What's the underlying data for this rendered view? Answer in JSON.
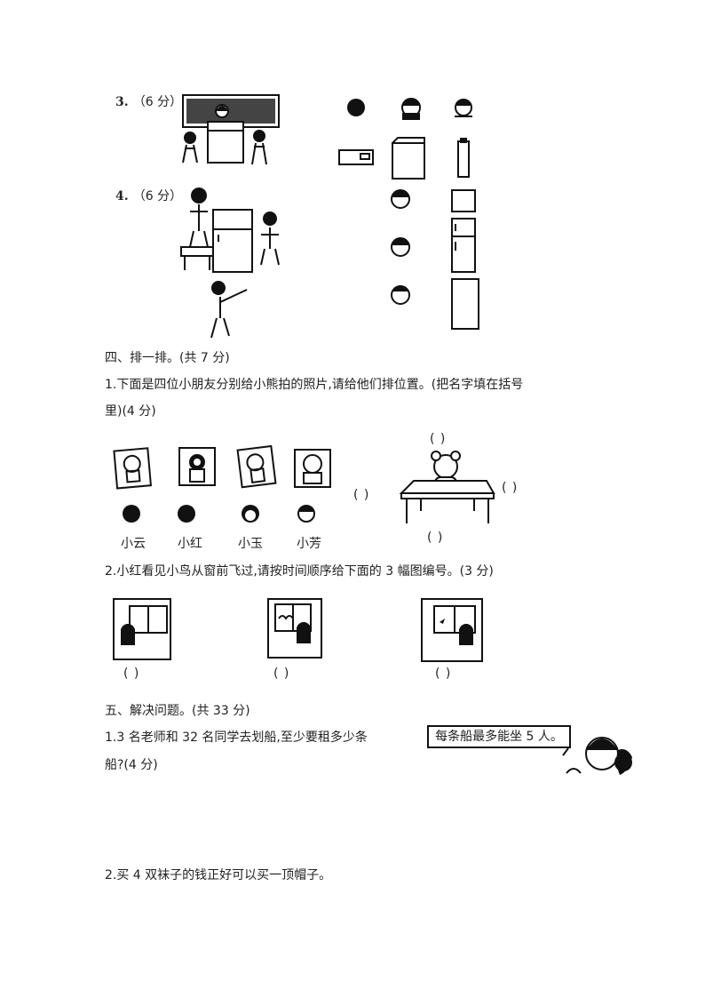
{
  "q3": {
    "label_num": "3.",
    "label_score": "（6 分）"
  },
  "q4": {
    "label_num": "4.",
    "label_score": "（6 分）"
  },
  "section4": {
    "heading": "四、排一排。(共 7 分)",
    "p1_line1": "1.下面是四位小朋友分别给小熊拍的照片,请给他们排位置。(把名字填在括号",
    "p1_line2": "里)(4 分)",
    "names": [
      "小云",
      "小红",
      "小玉",
      "小芳"
    ],
    "blank": "(      )",
    "p2": "2.小红看见小鸟从窗前飞过,请按时间顺序给下面的 3 幅图编号。(3 分)"
  },
  "section5": {
    "heading": "五、解决问题。(共 33 分)",
    "p1_line1": "1.3 名老师和 32 名同学去划船,至少要租多少条",
    "p1_line2": "船?(4 分)",
    "speech": "每条船最多能坐 5 人。",
    "p2": "2.买 4 双袜子的钱正好可以买一顶帽子。"
  }
}
